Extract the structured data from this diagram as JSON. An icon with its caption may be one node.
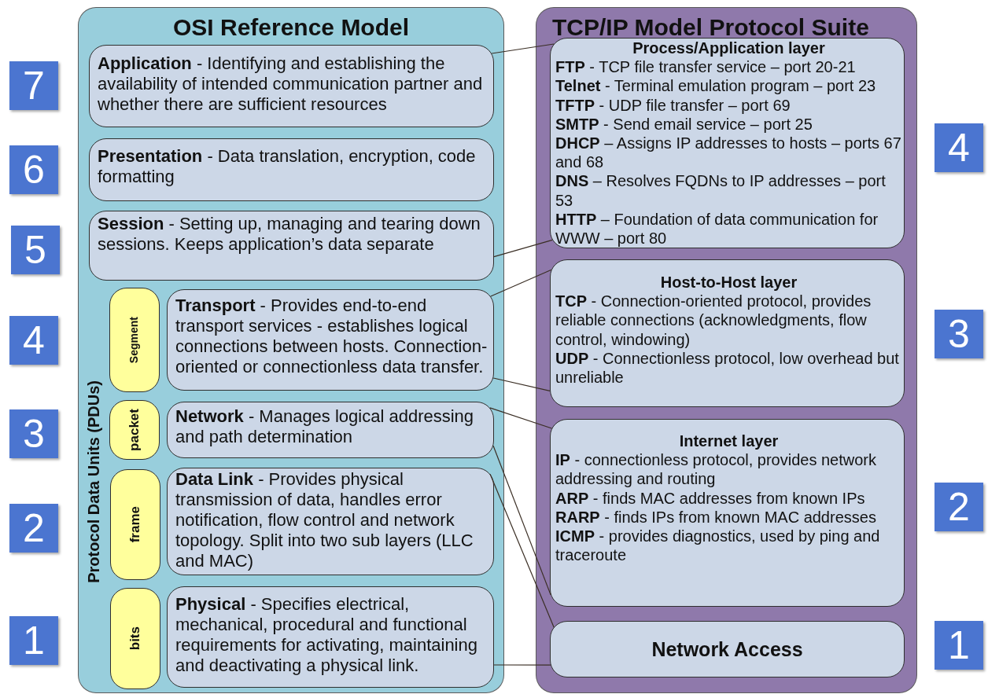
{
  "diagram": {
    "nodes": [
      {
        "text": [
          "7"
        ]
      },
      {
        "text": [
          "6"
        ]
      },
      {
        "text": [
          "5"
        ]
      },
      {
        "text": [
          "4"
        ]
      },
      {
        "text": [
          "3"
        ]
      },
      {
        "text": [
          "2"
        ]
      },
      {
        "text": [
          "1"
        ]
      },
      {
        "text": [
          "OSI Reference Model"
        ]
      },
      {
        "text": [
          "**Application** - Identifying and establishing the availability of intended communication partner and whether there are sufficient resources"
        ],
        "in": 7
      },
      {
        "text": [
          "**Presentation** - Data translation, encryption, code formatting"
        ],
        "in": 7
      },
      {
        "text": [
          "**Session** - Setting up, managing and tearing down sessions. Keeps application’s data separate"
        ],
        "in": 7
      },
      {
        "text": [
          "Segment"
        ],
        "in": 7
      },
      {
        "text": [
          "**Transport** - Provides end-to-end transport services - establishes logical connections between hosts. Connection-oriented or connectionless data transfer."
        ],
        "in": 7
      },
      {
        "text": [
          "packet"
        ],
        "in": 7
      },
      {
        "text": [
          "**Network** - Manages logical addressing and path determination"
        ],
        "in": 7
      },
      {
        "text": [
          "frame"
        ],
        "in": 7
      },
      {
        "text": [
          "**Data Link** - Provides physical transmission of data, handles error notification, flow control and network topology. Split into two sub layers (LLC and MAC)"
        ],
        "in": 7
      },
      {
        "text": [
          "bits"
        ],
        "in": 7
      },
      {
        "text": [
          "**Physical** - Specifies electrical, mechanical, procedural and functional requirements for activating, maintaining and deactivating a physical link."
        ],
        "in": 7
      },
      {
        "text": [
          "TCP/IP Model Protocol Suite"
        ]
      },
      {
        "text": [
          "Process/Application layer",
          "**FTP** - TCP file transfer service – port 20-21",
          "**Telnet** - Terminal emulation program – port 23",
          "**TFTP** - UDP file transfer – port 69",
          "**SMTP** - Send email service – port 25",
          "**DHCP** – Assigns IP addresses to hosts – ports 67 and 68",
          "**DNS** – Resolves FQDNs to IP addresses – port 53",
          "**HTTP** – Foundation of data communication for WWW – port 80"
        ],
        "in": 19
      },
      {
        "text": [
          "Host-to-Host layer",
          "**TCP** - Connection-oriented protocol, provides reliable connections (acknowledgments, flow control, windowing)",
          "**UDP** - Connectionless protocol, low overhead but unreliable"
        ],
        "in": 19
      },
      {
        "text": [
          "Internet layer",
          "**IP** - connectionless protocol, provides network addressing and routing",
          "**ARP** - finds MAC addresses from known IPs",
          "**RARP** - finds IPs from known MAC addresses",
          "**ICMP** - provides diagnostics, used by ping and traceroute"
        ],
        "in": 19
      },
      {
        "text": [
          "Network Access"
        ],
        "in": 19
      },
      {
        "text": [
          "4"
        ]
      },
      {
        "text": [
          "3"
        ]
      },
      {
        "text": [
          "2"
        ]
      },
      {
        "text": [
          "1"
        ]
      }
    ],
    "edges": [
      {
        "from": 8,
        "to": 20,
        "arrow": "none"
      },
      {
        "from": 10,
        "to": 20,
        "arrow": "none"
      },
      {
        "from": 12,
        "to": 21,
        "arrow": "none"
      },
      {
        "from": 12,
        "to": 21,
        "arrow": "none"
      },
      {
        "from": 14,
        "to": 22,
        "arrow": "none"
      },
      {
        "from": 14,
        "to": 22,
        "arrow": "none"
      },
      {
        "from": 16,
        "to": 23,
        "arrow": "none"
      },
      {
        "from": 18,
        "to": 23,
        "arrow": "none"
      }
    ],
    "labels": [
      "Protocol Data Units (PDUs)"
    ]
  }
}
